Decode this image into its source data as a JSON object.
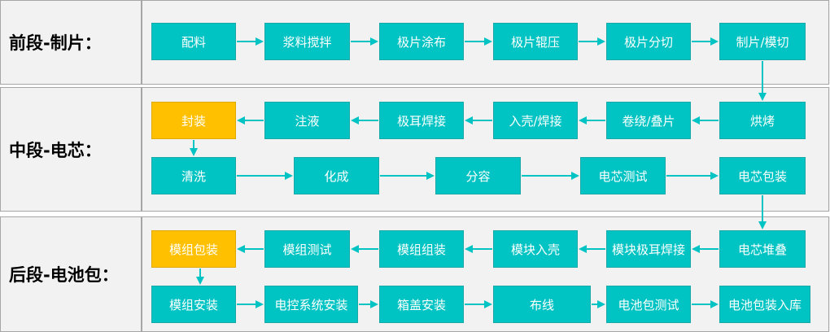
{
  "colors": {
    "node": "#00c3c3",
    "highlight": "#ffc000",
    "arrow": "#00c3c3",
    "band_bg": "#f2f2f2",
    "border": "#a6a6a6"
  },
  "stages": {
    "front": {
      "label": "前段-制片：",
      "row1": [
        "配料",
        "浆料搅拌",
        "极片涂布",
        "极片辊压",
        "极片分切",
        "制片/模切"
      ]
    },
    "middle": {
      "label": "中段-电芯：",
      "row1": [
        "封装",
        "注液",
        "极耳焊接",
        "入壳/焊接",
        "卷绕/叠片",
        "烘烤"
      ],
      "row2": [
        "清洗",
        "化成",
        "分容",
        "电芯测试",
        "电芯包装"
      ]
    },
    "back": {
      "label": "后段-电池包：",
      "row1": [
        "模组包装",
        "模组测试",
        "模组组装",
        "模块入壳",
        "模块极耳焊接",
        "电芯堆叠"
      ],
      "row2": [
        "模组安装",
        "电控系统安装",
        "箱盖安装",
        "布线",
        "电池包测试",
        "电池包装入库"
      ]
    }
  }
}
